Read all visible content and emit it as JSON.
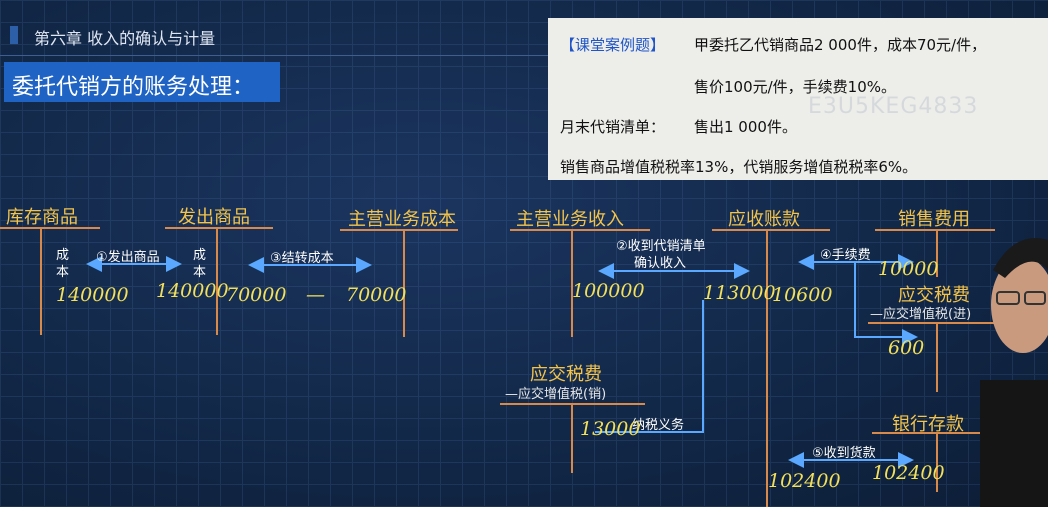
{
  "header": {
    "chapter": "第六章 收入的确认与计量"
  },
  "title": "委托代销方的账务处理：",
  "case": {
    "tag": "【课堂案例题】",
    "line1": "甲委托乙代销商品2 000件，成本70元/件，",
    "line2": "售价100元/件，手续费10%。",
    "line3_label": "月末代销清单：",
    "line3_value": "售出1 000件。",
    "line4": "销售商品增值税税率13%，代销服务增值税税率6%。",
    "watermark": "E3U5KEG4833"
  },
  "accounts": {
    "inventory": "库存商品",
    "goods_out": "发出商品",
    "cost": "主营业务成本",
    "revenue": "主营业务收入",
    "receivable": "应收账款",
    "selling_exp": "销售费用",
    "tax_payable_in": "应交税费",
    "tax_payable_in_sub": "—应交增值税(进)",
    "tax_payable_out": "应交税费",
    "tax_payable_out_sub": "—应交增值税(销)",
    "bank": "银行存款"
  },
  "steps": {
    "s1": "①发出商品",
    "s3": "③结转成本",
    "s2a": "②收到代销清单",
    "s2b": "确认收入",
    "s4": "④手续费",
    "s5": "⑤收到货款",
    "tax_duty": "纳税义务"
  },
  "labels": {
    "cost_char1": "成",
    "cost_char2": "本"
  },
  "amounts": {
    "inv_credit": "140000",
    "goods_debit": "140000",
    "goods_credit": "70000",
    "dash": "—",
    "cost_debit": "70000",
    "rev_credit": "100000",
    "ar_debit": "113000",
    "ar_credit": "10600",
    "fee": "10000",
    "tax_in": "600",
    "tax_out": "13000",
    "bank_left": "102400",
    "bank_right": "102400"
  }
}
